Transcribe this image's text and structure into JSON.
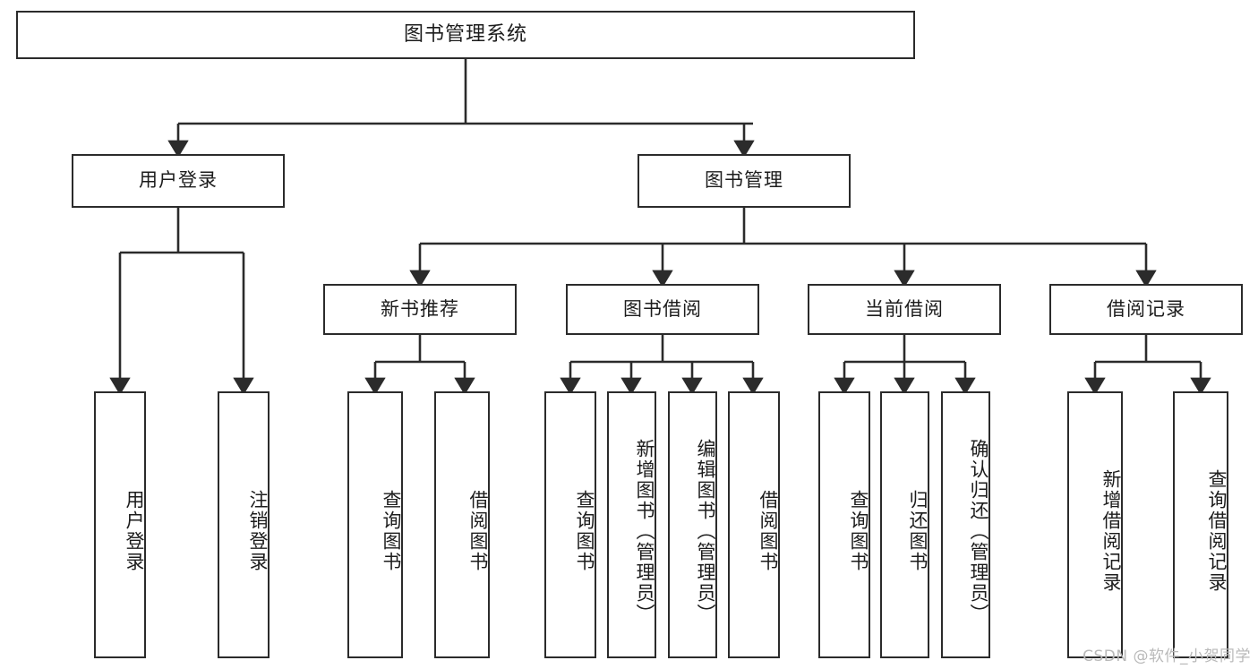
{
  "diagram": {
    "type": "tree",
    "title": "图书管理系统",
    "orientation": "top-down",
    "colors": {
      "node_border": "#2b2b2b",
      "node_fill": "#ffffff",
      "edge": "#2b2b2b",
      "text": "#1c1c1c",
      "watermark": "#b9b9b9",
      "background": "#ffffff"
    },
    "watermark": "CSDN @软件_小贺同学"
  },
  "nodes": {
    "root": {
      "label": "图书管理系统",
      "level": 0
    },
    "level1": [
      {
        "id": "user-login",
        "label": "用户登录"
      },
      {
        "id": "book-manage",
        "label": "图书管理"
      }
    ],
    "level2": [
      {
        "id": "new-book-recommend",
        "label": "新书推荐",
        "parent": "book-manage"
      },
      {
        "id": "book-borrow",
        "label": "图书借阅",
        "parent": "book-manage"
      },
      {
        "id": "current-borrow",
        "label": "当前借阅",
        "parent": "book-manage"
      },
      {
        "id": "borrow-record",
        "label": "借阅记录",
        "parent": "book-manage"
      }
    ],
    "leaves": [
      {
        "id": "leaf-user-login",
        "label": "用户登录",
        "parent": "user-login"
      },
      {
        "id": "leaf-user-logout",
        "label": "注销登录",
        "parent": "user-login"
      },
      {
        "id": "leaf-query-book-1",
        "label": "查询图书",
        "parent": "new-book-recommend"
      },
      {
        "id": "leaf-borrow-book-1",
        "label": "借阅图书",
        "parent": "new-book-recommend"
      },
      {
        "id": "leaf-query-book-2",
        "label": "查询图书",
        "parent": "book-borrow"
      },
      {
        "id": "leaf-add-book",
        "label": "新增图书（管理员）",
        "parent": "book-borrow"
      },
      {
        "id": "leaf-edit-book",
        "label": "编辑图书（管理员）",
        "parent": "book-borrow"
      },
      {
        "id": "leaf-borrow-book-2",
        "label": "借阅图书",
        "parent": "book-borrow"
      },
      {
        "id": "leaf-query-book-3",
        "label": "查询图书",
        "parent": "current-borrow"
      },
      {
        "id": "leaf-return-book",
        "label": "归还图书",
        "parent": "current-borrow"
      },
      {
        "id": "leaf-confirm-return",
        "label": "确认归还（管理员）",
        "parent": "current-borrow"
      },
      {
        "id": "leaf-add-record",
        "label": "新增借阅记录",
        "parent": "borrow-record"
      },
      {
        "id": "leaf-query-record",
        "label": "查询借阅记录",
        "parent": "borrow-record"
      }
    ]
  }
}
